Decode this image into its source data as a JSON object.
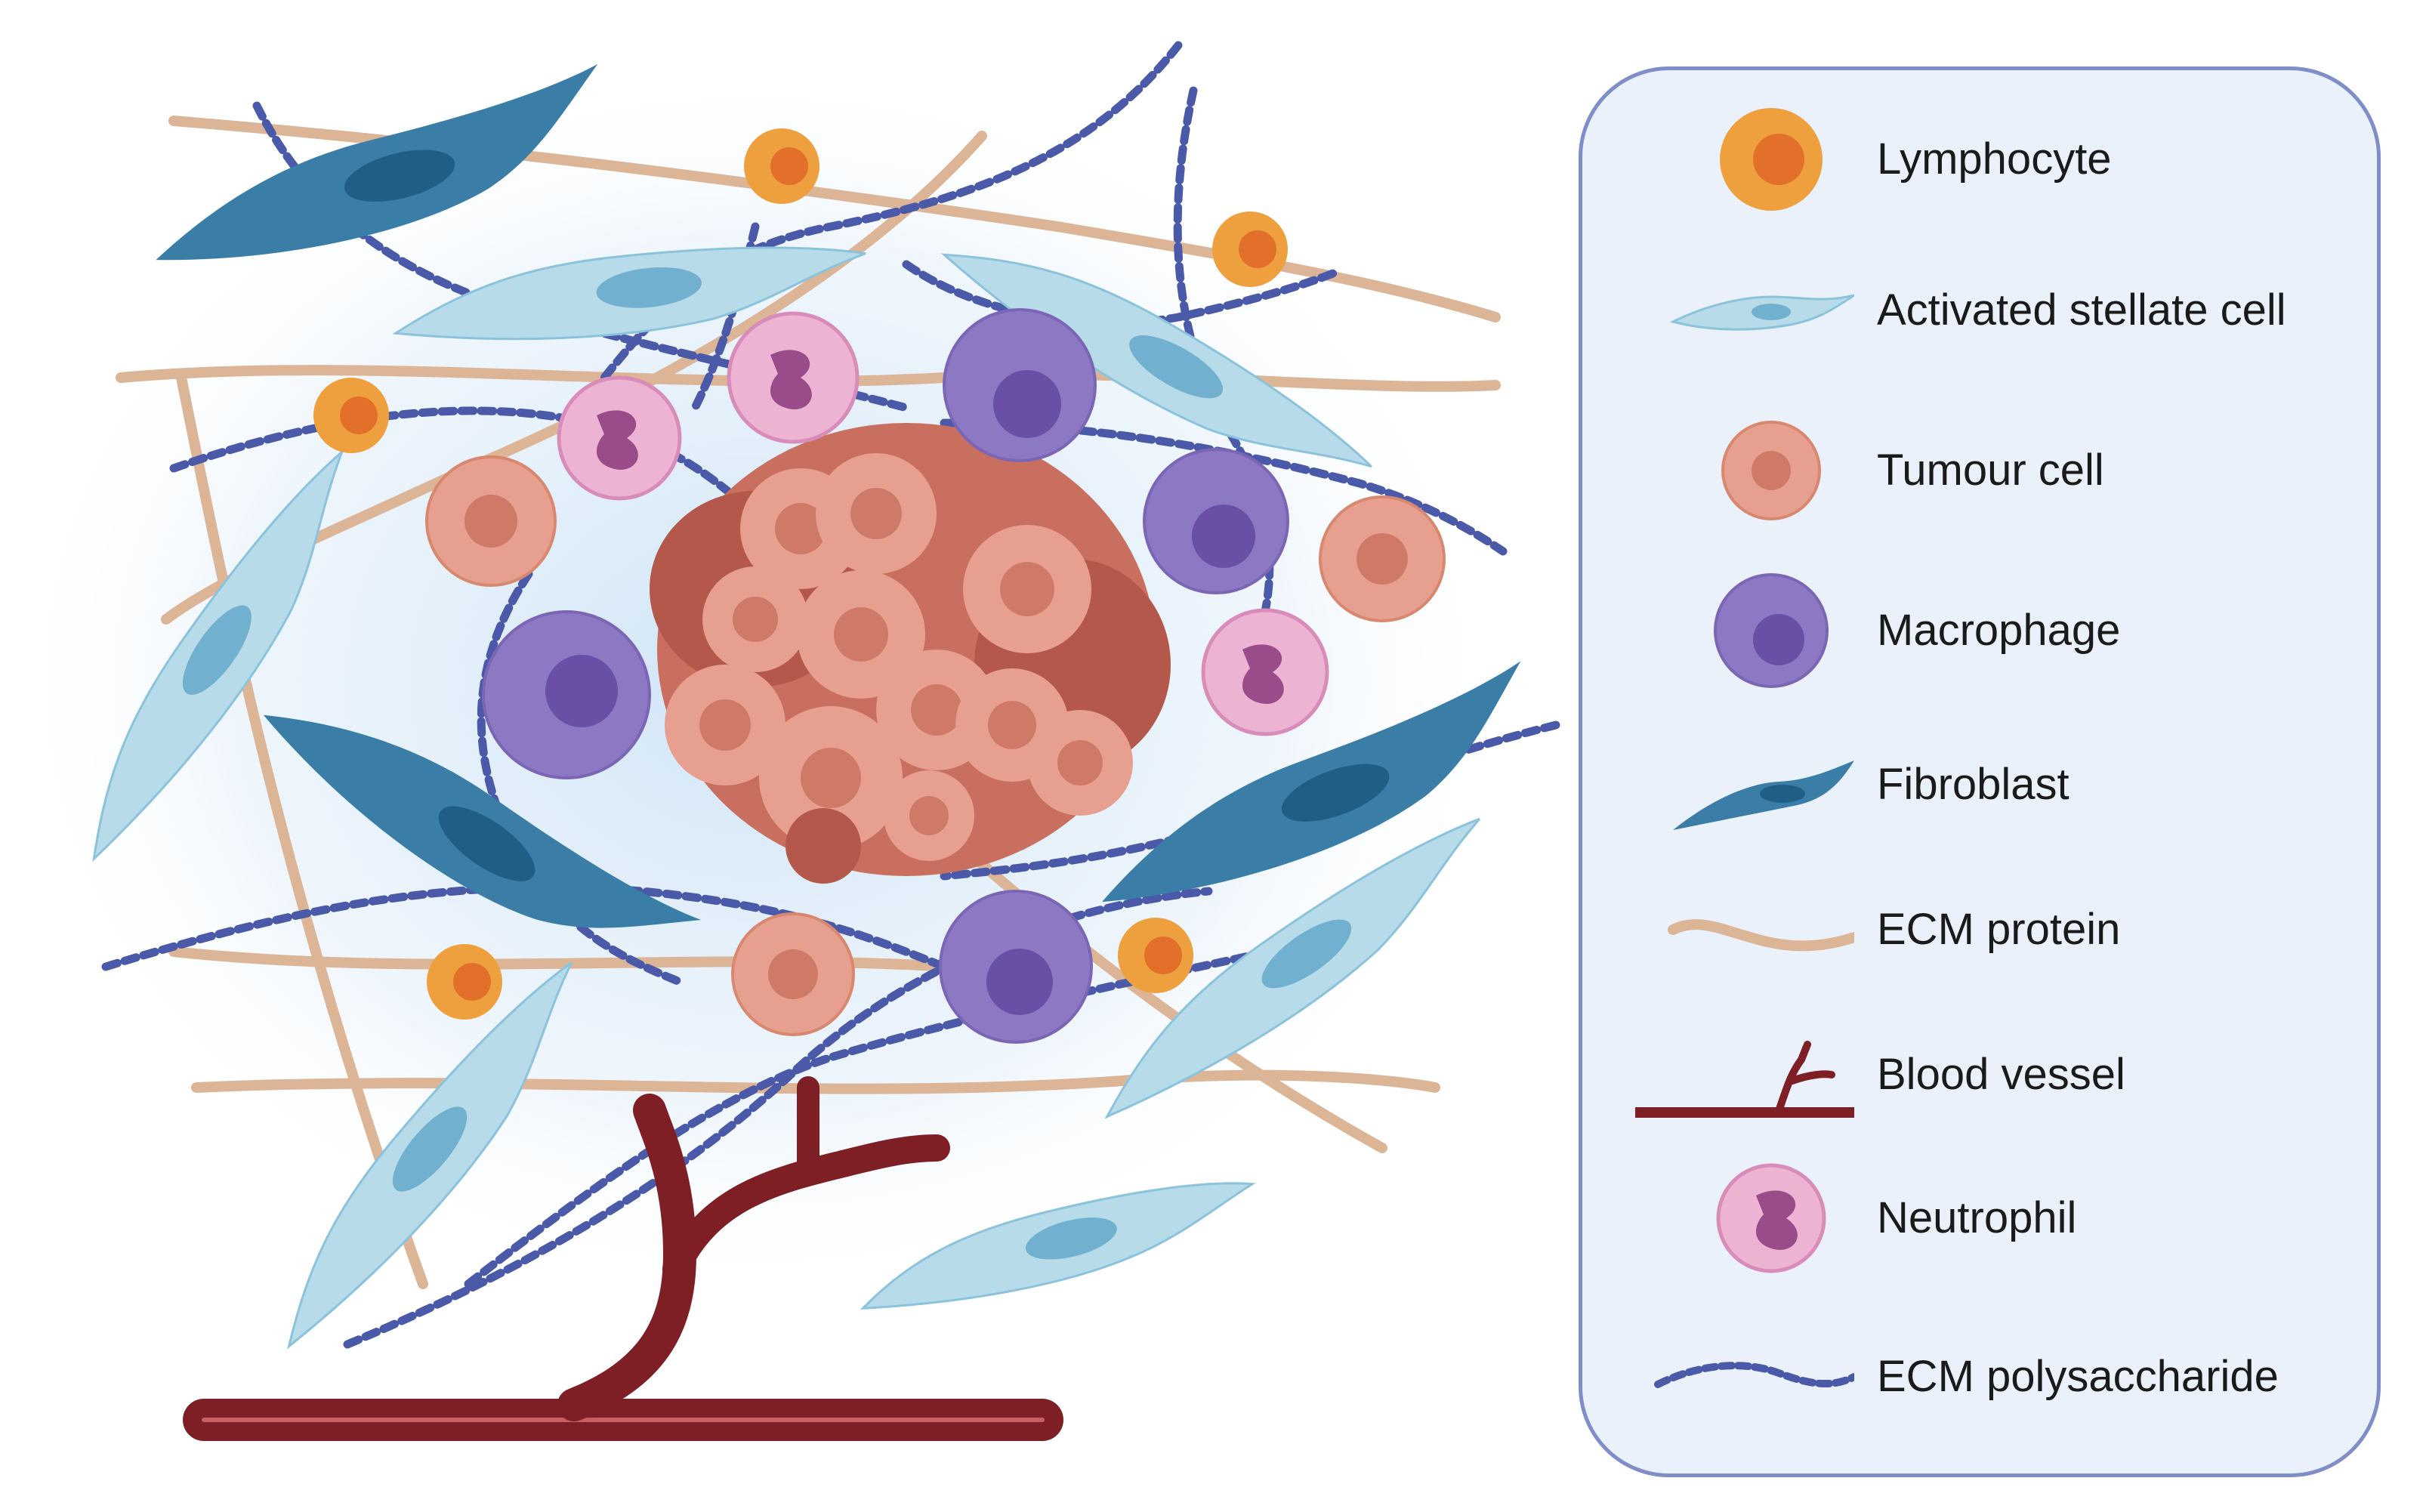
{
  "legend": {
    "items": [
      {
        "label": "Lymphocyte",
        "icon": "lymphocyte-icon"
      },
      {
        "label": "Activated stellate cell",
        "icon": "stellate-cell-icon"
      },
      {
        "label": "Tumour cell",
        "icon": "tumour-cell-icon"
      },
      {
        "label": "Macrophage",
        "icon": "macrophage-icon"
      },
      {
        "label": "Fibroblast",
        "icon": "fibroblast-icon"
      },
      {
        "label": "ECM protein",
        "icon": "ecm-protein-icon"
      },
      {
        "label": "Blood vessel",
        "icon": "blood-vessel-icon"
      },
      {
        "label": "Neutrophil",
        "icon": "neutrophil-icon"
      },
      {
        "label": "ECM polysaccharide",
        "icon": "ecm-polysaccharide-icon"
      }
    ]
  },
  "colors": {
    "lymphocyte_outer": "#eea03f",
    "lymphocyte_inner": "#e2702a",
    "stellate": "#b7dbe9",
    "stellate_nucleus": "#72b0cf",
    "tumour": "#e7a08f",
    "tumour_nucleus": "#cf7a67",
    "tumour_dark": "#b3584a",
    "macrophage": "#8d78c4",
    "macrophage_nucleus": "#6a4fa6",
    "fibroblast": "#3a7da6",
    "fibroblast_nucleus": "#1f5f86",
    "ecm_protein": "#dcb596",
    "blood_vessel": "#7d1f24",
    "neutrophil": "#ecb3d3",
    "neutrophil_nucleus": "#9a4b8a",
    "ecm_polysaccharide": "#4b5aa8",
    "legend_bg": "#eaf1fb",
    "legend_border": "#7f8ec9"
  }
}
